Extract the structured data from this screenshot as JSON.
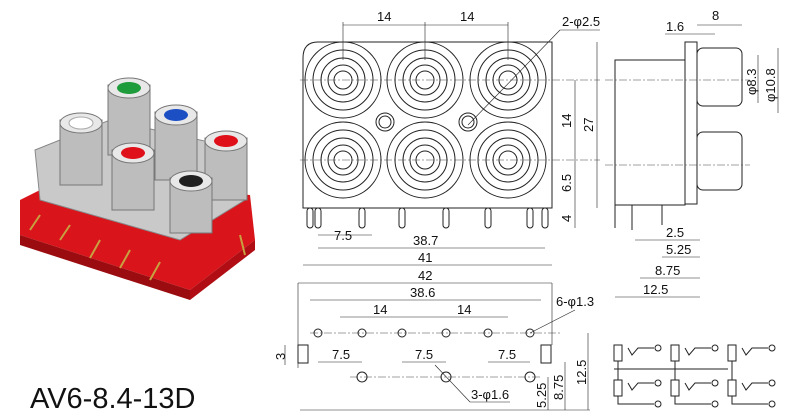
{
  "model": "AV6-8.4-13D",
  "colors": {
    "base": "#d9141b",
    "metal": "#c8c8c8",
    "jack_colors": [
      "#1e9b3a",
      "#ffffff",
      "#1d4fc4",
      "#e0101a",
      "#e0101a",
      "#202020"
    ]
  },
  "front_view": {
    "pitch_top_1": "14",
    "pitch_top_2": "14",
    "hole_note": "2-φ2.5",
    "row_pitch": "14",
    "height": "27",
    "lower_offset": "6.5",
    "pin_length": "4",
    "pin_pitch": "7.5",
    "pin_span": "38.7",
    "body_width": "41",
    "overall_width": "42"
  },
  "side_view": {
    "panel_thickness": "1.6",
    "jack_depth": "8",
    "inner_dia": "φ8.3",
    "outer_dia": "φ10.8",
    "d1": "2.5",
    "d2": "5.25",
    "d3": "8.75",
    "d4": "12.5"
  },
  "pcb_layout": {
    "span": "38.6",
    "pitch_1": "14",
    "pitch_2": "14",
    "small_holes": "6-φ1.3",
    "offset_1": "7.5",
    "offset_2": "7.5",
    "offset_3": "7.5",
    "tab_height": "3",
    "large_holes": "3-φ1.6",
    "row_1": "5.25",
    "row_2": "8.75",
    "row_3": "12.5"
  }
}
